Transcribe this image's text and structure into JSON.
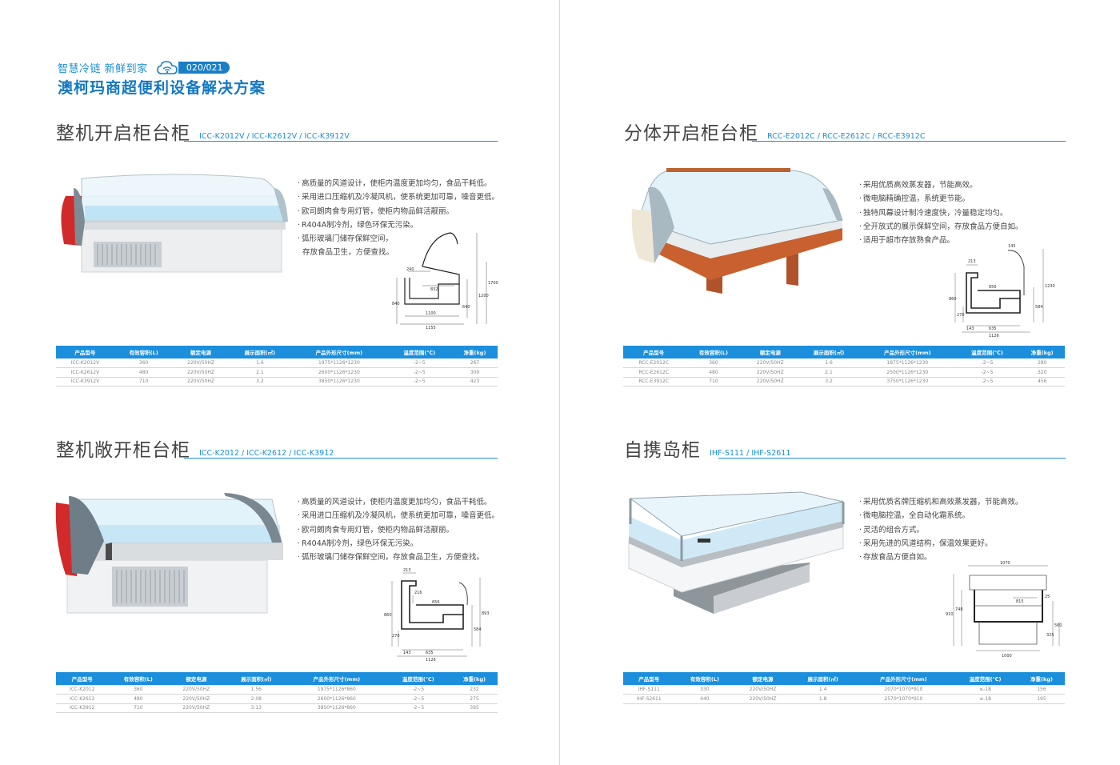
{
  "brand": {
    "slogan": "智慧冷链  新鲜到家",
    "page_numbers": "020/021",
    "title": "澳柯玛商超便利设备解决方案"
  },
  "sections": [
    {
      "title": "整机开启柜台柜",
      "models": "ICC-K2012V / ICC-K2612V / ICC-K3912V",
      "features": [
        "高质量的风道设计，使柜内温度更加均匀，食品干耗低。",
        "采用进口压缩机及冷凝风机，使系统更加可靠，噪音更低。",
        "欧司朗肉食专用灯管，使柜内物品鲜活靓丽。",
        "R404A制冷剂，绿色环保无污染。",
        "弧形玻璃门储存保鲜空间，",
        "存放食品卫生，方便查找。"
      ],
      "dims": [
        "240",
        "832",
        "840",
        "640",
        "1200",
        "1700",
        "1100",
        "1155"
      ],
      "table": {
        "headers": [
          "产品型号",
          "有效容积(L)",
          "额定电源",
          "展示面积(㎡)",
          "产品外形尺寸(mm)",
          "温度范围(℃)",
          "净重(kg)"
        ],
        "rows": [
          [
            "ICC-K2012V",
            "360",
            "220V/50HZ",
            "1.6",
            "1975*1126*1230",
            "-2~5",
            "267"
          ],
          [
            "ICC-K2612V",
            "480",
            "220V/50HZ",
            "2.1",
            "2600*1126*1230",
            "-2~5",
            "309"
          ],
          [
            "ICC-K3912V",
            "710",
            "220V/50HZ",
            "3.2",
            "3850*1126*1230",
            "-2~5",
            "423"
          ]
        ]
      }
    },
    {
      "title": "分体开启柜台柜",
      "models": "RCC-E2012C / RCC-E2612C / RCC-E3912C",
      "features": [
        "采用优质高效蒸发器，节能高效。",
        "微电脑精确控温，系统更节能。",
        "独特风幕设计制冷速度快，冷量稳定均匀。",
        "全开放式的展示保鲜空间，存放食品方便自如。",
        "适用于超市存放熟食产品。"
      ],
      "dims": [
        "145",
        "213",
        "656",
        "860",
        "270",
        "584",
        "1230",
        "143",
        "635",
        "1126"
      ],
      "table": {
        "headers": [
          "产品型号",
          "有效容积(L)",
          "额定电源",
          "展示面积(㎡)",
          "产品外形尺寸(mm)",
          "温度范围(℃)",
          "净重(kg)"
        ],
        "rows": [
          [
            "RCC-E2012C",
            "360",
            "220V/50HZ",
            "1.6",
            "1875*1126*1230",
            "-2~5",
            "280"
          ],
          [
            "RCC-E2612C",
            "480",
            "220V/50HZ",
            "2.1",
            "2500*1126*1230",
            "-2~5",
            "320"
          ],
          [
            "RCC-E3912C",
            "710",
            "220V/50HZ",
            "3.2",
            "3750*1126*1230",
            "-2~5",
            "456"
          ]
        ]
      }
    },
    {
      "title": "整机敞开柜台柜",
      "models": "ICC-K2012 / ICC-K2612 / ICC-K3912",
      "features": [
        "高质量的风道设计，使柜内温度更加均匀，食品干耗低。",
        "采用进口压缩机及冷凝风机，使系统更加可靠，噪音更低。",
        "欧司朗肉食专用灯管，使柜内物品鲜活靓丽。",
        "R404A制冷剂，绿色环保无污染。",
        "弧形玻璃门储存保鲜空间，存放食品卫生，方便查找。"
      ],
      "dims": [
        "213",
        "216",
        "656",
        "860",
        "270",
        "584",
        "893",
        "143",
        "635",
        "1126"
      ],
      "table": {
        "headers": [
          "产品型号",
          "有效容积(L)",
          "额定电源",
          "展示面积(㎡)",
          "产品外形尺寸(mm)",
          "温度范围(℃)",
          "净重(kg)"
        ],
        "rows": [
          [
            "ICC-K2012",
            "360",
            "220V/50HZ",
            "1.56",
            "1975*1126*860",
            "-2~5",
            "232"
          ],
          [
            "ICC-K2612",
            "480",
            "220V/50HZ",
            "2.08",
            "2600*1126*860",
            "-2~5",
            "275"
          ],
          [
            "ICC-K3912",
            "710",
            "220V/50HZ",
            "3.13",
            "3850*1126*860",
            "-2~5",
            "395"
          ]
        ]
      }
    },
    {
      "title": "自携岛柜",
      "models": "IHF-S111 / IHF-S2611",
      "features": [
        "采用优质名牌压缩机和高效蒸发器，节能高效。",
        "微电脑控温，全自动化霜系统。",
        "灵活的组合方式。",
        "采用先进的风道结构，保温效果更好。",
        "存放食品方便自如。"
      ],
      "dims": [
        "1070",
        "815",
        "910",
        "748",
        "560",
        "325",
        "1000",
        "25"
      ],
      "table": {
        "headers": [
          "产品型号",
          "有效容积(L)",
          "额定电源",
          "展示面积(㎡)",
          "产品外形尺寸(mm)",
          "温度范围(℃)",
          "净重(kg)"
        ],
        "rows": [
          [
            "IHF-S111",
            "330",
            "220V/50HZ",
            "1.4",
            "2070*1070*910",
            "≤-18",
            "156"
          ],
          [
            "IHF-S2611",
            "440",
            "220V/50HZ",
            "1.8",
            "2570*1070*910",
            "≤-18",
            "195"
          ]
        ]
      }
    }
  ],
  "colors": {
    "accent": "#1a8fd4",
    "table_header": "#1b8fdc"
  }
}
